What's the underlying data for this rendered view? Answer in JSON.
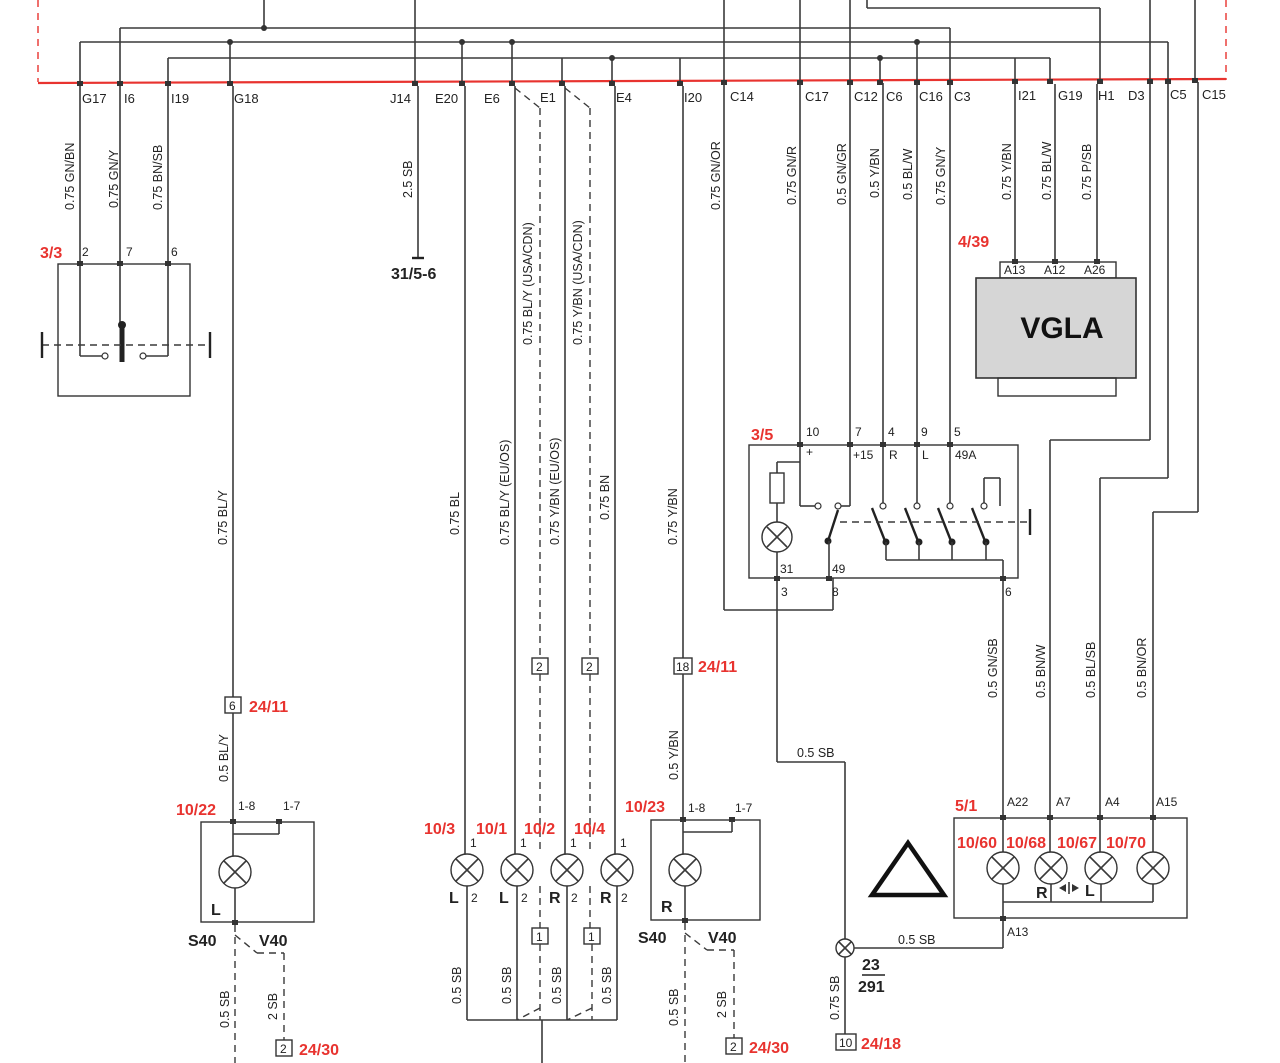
{
  "bus_pins": [
    "G17",
    "I6",
    "I19",
    "G18",
    "J14",
    "E20",
    "E6",
    "E1",
    "E4",
    "I20",
    "C14",
    "C17",
    "C12",
    "C6",
    "C16",
    "C3",
    "I21",
    "G19",
    "H1",
    "D3",
    "C5",
    "C15"
  ],
  "wires": {
    "g17": "0.75 GN/BN",
    "i6": "0.75 GN/Y",
    "i19": "0.75 BN/SB",
    "j14": "2.5 SB",
    "e6_usa": "0.75 BL/Y (USA/CDN)",
    "e1_usa": "0.75 Y/BN (USA/CDN)",
    "i20": "0.75 GN/OR",
    "c17": "0.75 GN/R",
    "c12": "0.5 GN/GR",
    "c6": "0.5 Y/BN",
    "c16": "0.5 BL/W",
    "c3": "0.75 GN/Y",
    "i21": "0.75 Y/BN",
    "g19": "0.75 BL/W",
    "h1": "0.75 P/SB",
    "g18": "0.75 BL/Y",
    "e20": "0.75 BL",
    "e6_eu": "0.75 BL/Y (EU/OS)",
    "e1_eu": "0.75 Y/BN (EU/OS)",
    "e4": "0.75 BN",
    "i20_low": "0.75 Y/BN",
    "s3": "0.5 GN/SB",
    "s4": "0.5 BN/W",
    "s5": "0.5 BL/SB",
    "s6": "0.5 BN/OR",
    "g18_low": "0.5 BL/Y",
    "i20_low2": "0.5 Y/BN",
    "sb": "0.5 SB",
    "sb2": "2 SB",
    "sb75": "0.75 SB"
  },
  "components": {
    "c33": {
      "ref": "3/3",
      "pins": [
        "2",
        "7",
        "6"
      ]
    },
    "vgla": {
      "ref": "4/39",
      "name": "VGLA",
      "pins": [
        "A13",
        "A12",
        "A26"
      ]
    },
    "c35": {
      "ref": "3/5",
      "pins": [
        "10",
        "7",
        "4",
        "9",
        "5"
      ],
      "inner": [
        "+",
        "+15",
        "R",
        "L",
        "49A"
      ],
      "bottom_inner": [
        "31",
        "49"
      ],
      "bottom_pins": [
        "3",
        "8",
        "6"
      ]
    },
    "c51": {
      "ref": "5/1",
      "pins": [
        "A22",
        "A7",
        "A4",
        "A15"
      ],
      "lamps": [
        "10/60",
        "10/68",
        "10/67",
        "10/70"
      ],
      "bottom": "A13",
      "r": "R",
      "l": "L"
    },
    "l1022": {
      "ref": "10/22",
      "pins": [
        "1-8",
        "1-7"
      ],
      "side": "L"
    },
    "l1023": {
      "ref": "10/23",
      "pins": [
        "1-8",
        "1-7"
      ],
      "side": "R"
    },
    "l103": {
      "ref": "10/3",
      "side": "L"
    },
    "l101": {
      "ref": "10/1",
      "side": "L"
    },
    "l102": {
      "ref": "10/2",
      "side": "R"
    },
    "l104": {
      "ref": "10/4",
      "side": "R"
    }
  },
  "refs": {
    "r315": "31/5-6",
    "g2411a": "24/11",
    "g2411b": "24/11",
    "g2430a": "24/30",
    "g2430b": "24/30",
    "g2418": "24/18",
    "g23": "23",
    "g291": "291"
  },
  "boxes": {
    "b6": "6",
    "b18": "18",
    "b2a": "2",
    "b2b": "2",
    "b1a": "1",
    "b1b": "1",
    "b2c": "2",
    "b2d": "2",
    "b10": "10"
  },
  "variants": {
    "s40a": "S40",
    "v40a": "V40",
    "s40b": "S40",
    "v40b": "V40"
  },
  "small": {
    "n1": "1",
    "n2": "2"
  },
  "colors": {
    "bus": "#e8332f",
    "label": "#e8332f",
    "wire": "#3a3a3a",
    "vgla_fill": "#d6d6d6"
  }
}
